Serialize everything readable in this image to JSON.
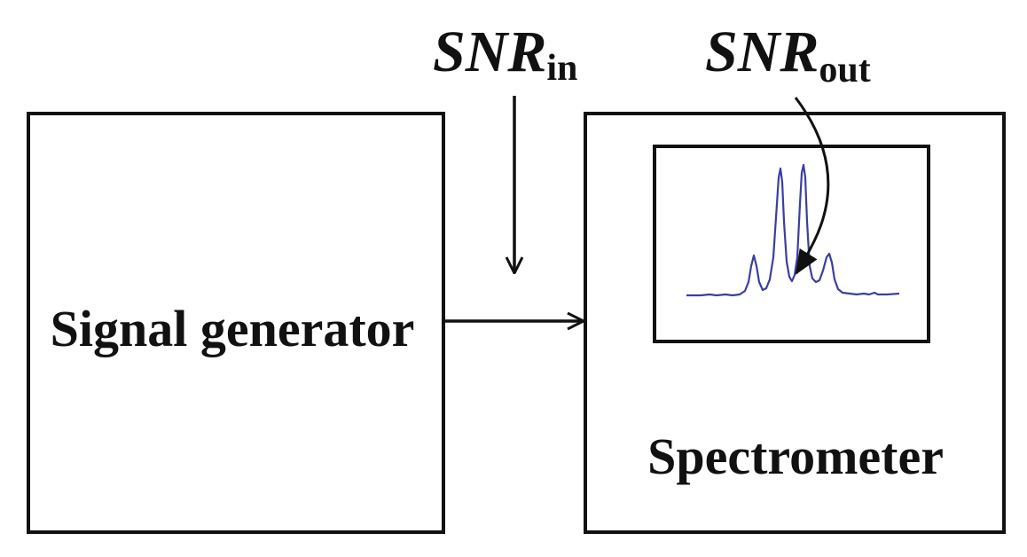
{
  "blocks": {
    "signal_generator": {
      "label": "Signal generator"
    },
    "spectrometer": {
      "label": "Spectrometer"
    }
  },
  "annotations": {
    "snr_in": {
      "main": "SNR",
      "subscript": "in"
    },
    "snr_out": {
      "main": "SNR",
      "subscript": "out"
    }
  },
  "colors": {
    "outline": "#111111",
    "spectrum_trace": "#3a3f9e"
  }
}
